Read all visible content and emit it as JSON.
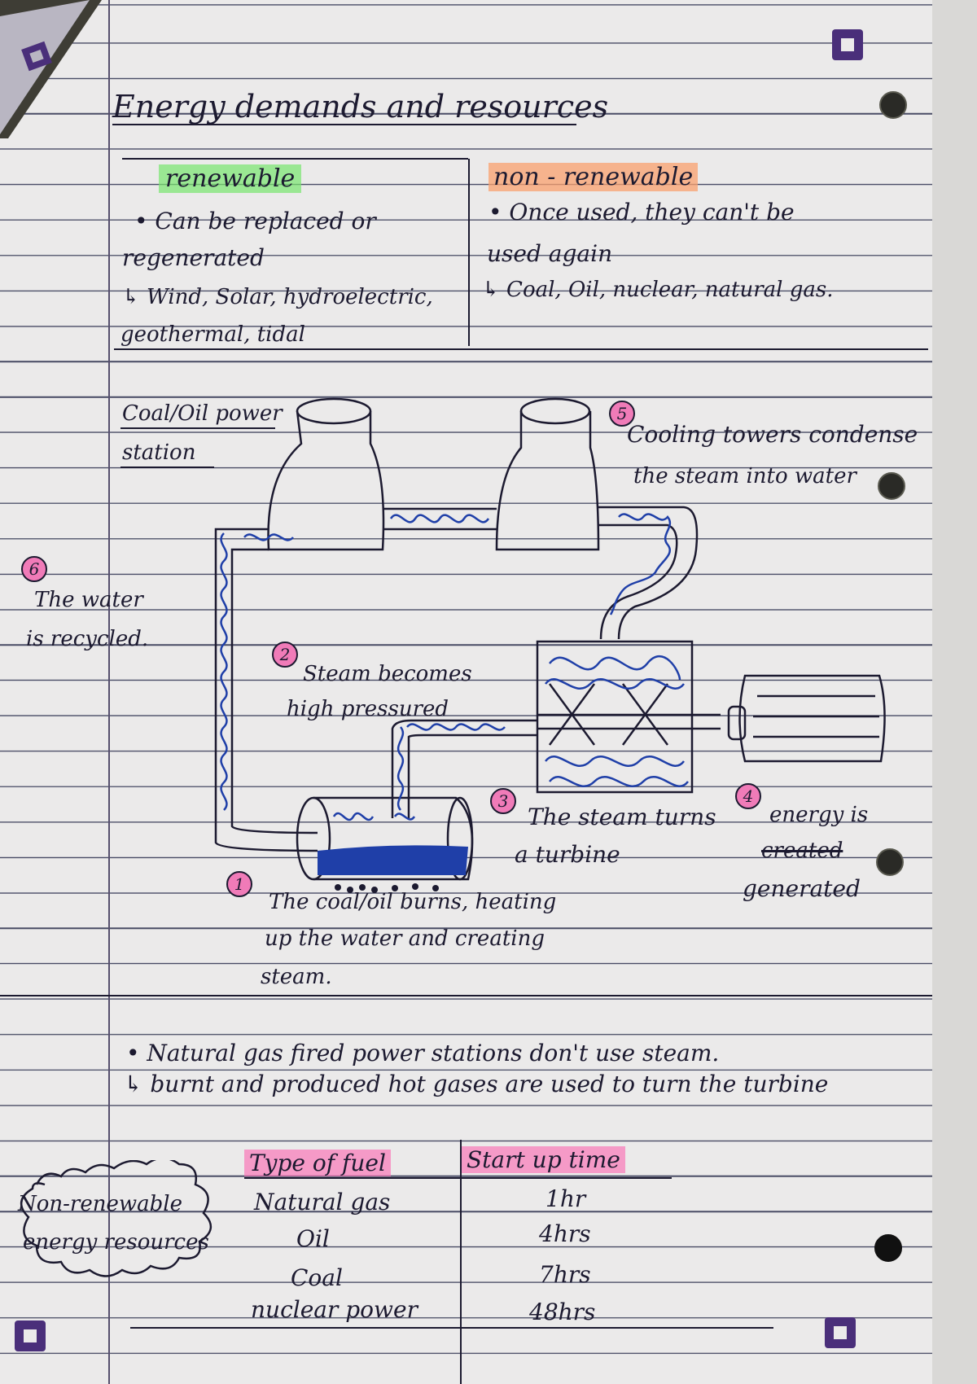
{
  "title": "Energy demands and resources",
  "resources_table": {
    "renewable": {
      "heading": "renewable",
      "line1": "• Can be replaced or",
      "line2": "regenerated",
      "line3": "↳ Wind, Solar, hydroelectric,",
      "line4": "geothermal, tidal"
    },
    "non_renewable": {
      "heading": "non - renewable",
      "line1": "• Once used, they can't be",
      "line2": "used again",
      "line3": "↳ Coal, Oil, nuclear, natural gas."
    }
  },
  "diagram": {
    "label_line1": "Coal/Oil power",
    "label_line2": "station",
    "step1": {
      "number": "1",
      "line1": "The coal/oil burns, heating",
      "line2": "up the water and creating",
      "line3": "steam."
    },
    "step2": {
      "number": "2",
      "line1": "Steam becomes",
      "line2": "high pressured"
    },
    "step3": {
      "number": "3",
      "line1": "The steam turns",
      "line2": "a turbine"
    },
    "step4": {
      "number": "4",
      "line1": "energy is",
      "struck": "created",
      "line2": "generated"
    },
    "step5": {
      "number": "5",
      "line1": "Cooling towers condense",
      "line2": "the steam into water"
    },
    "step6": {
      "number": "6",
      "line1": "The water",
      "line2": "is recycled."
    }
  },
  "gas_note": {
    "line1": "• Natural gas fired power stations don't use steam.",
    "line2": "↳ burnt and produced hot gases are used to turn the turbine"
  },
  "cloud_label": {
    "line1": "Non-renewable",
    "line2": "energy resources"
  },
  "fuel_table": {
    "header_fuel": "Type of fuel",
    "header_time": "Start up time",
    "rows": [
      {
        "fuel": "Natural gas",
        "time": "1hr"
      },
      {
        "fuel": "Oil",
        "time": "4hrs"
      },
      {
        "fuel": "Coal",
        "time": "7hrs"
      },
      {
        "fuel": "nuclear power",
        "time": "48hrs"
      }
    ]
  },
  "colors": {
    "ink": "#1c1a30",
    "blue_ink": "#1f3fa8",
    "highlight_pink": "#f07bb8",
    "highlight_green": "#78e66e",
    "highlight_orange": "#faa06e"
  }
}
